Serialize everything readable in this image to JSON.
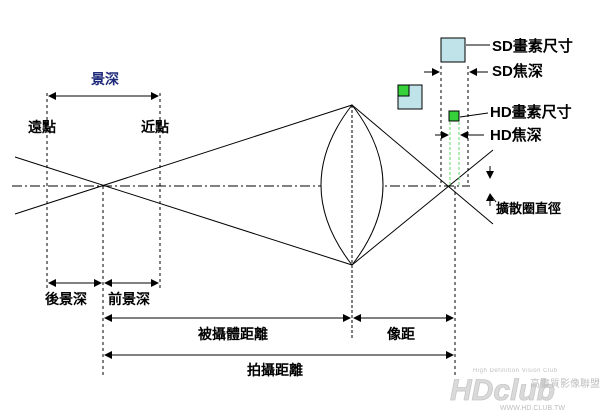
{
  "labels": {
    "depth_of_field": "景深",
    "far_point": "遠點",
    "near_point": "近點",
    "rear_dof": "後景深",
    "front_dof": "前景深",
    "subject_distance": "被攝體距離",
    "image_distance": "像距",
    "shooting_distance": "拍攝距離",
    "sd_pixel_size": "SD畫素尺寸",
    "sd_focal_depth": "SD焦深",
    "hd_pixel_size": "HD畫素尺寸",
    "hd_focal_depth": "HD焦深",
    "coc_diameter": "擴散圈直徑"
  },
  "watermark": {
    "tagline": "High Definition Vision Club",
    "logo_text": "HDclub",
    "cn_name": "高畫質影像聯盟",
    "url": "WWW.HD.CLUB.TW"
  },
  "colors": {
    "line": "#000000",
    "sd_square_fill": "#bfe3e8",
    "hd_square_fill": "#35d03a",
    "highlight_green": "#5fd86a",
    "depth_of_field_label": "#1f2a7a"
  }
}
